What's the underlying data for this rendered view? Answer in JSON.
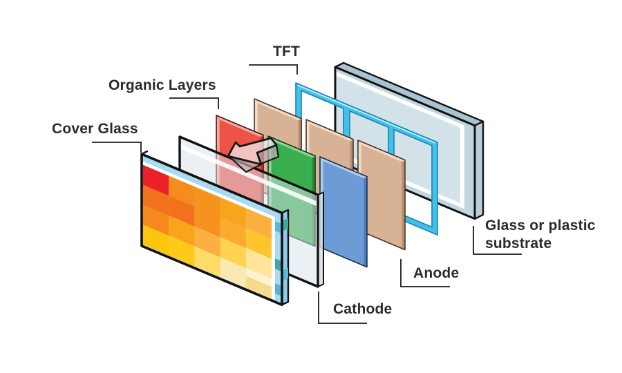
{
  "page": {
    "title": "OLED display exploded layer structure",
    "background": "#ffffff"
  },
  "labels": {
    "cover_glass": "Cover Glass",
    "organic_layers": "Organic Layers",
    "tft": "TFT",
    "substrate_line1": "Glass or plastic",
    "substrate_line2": "substrate",
    "anode": "Anode",
    "cathode": "Cathode"
  },
  "colors": {
    "label_text": "#2b2b2b",
    "leader_line": "#1a1a1a",
    "outline": "#121212",
    "substrate": {
      "face": "#d3e1e9",
      "top": "#aac3d2",
      "side": "#b9ced9",
      "margin": "#c2d6e0",
      "stripe": "#ffffff"
    },
    "tft": {
      "fill": "#44c0e8",
      "outline": "#0f85b5",
      "highlight": "#bde9f6"
    },
    "anode": {
      "face": "#d8b295",
      "light": "#f0dcc9",
      "dark": "#bb9071",
      "outline": "#4a3426"
    },
    "organic": {
      "red": {
        "face": "#ee5347",
        "light": "#f6a89e",
        "dark": "#d03a30",
        "outline": "#3a1a16"
      },
      "green": {
        "face": "#3bae4e",
        "light": "#8fd49a",
        "dark": "#2a8c3c",
        "outline": "#14361b"
      },
      "blue": {
        "face": "#6c9bd6",
        "light": "#aecbec",
        "dark": "#4a7ec2",
        "outline": "#1c2f4a"
      }
    },
    "cathode": {
      "fill": "rgba(215,225,233,0.5)",
      "stripe": "rgba(255,255,255,0.9)",
      "side": "rgba(213,222,230,0.85)"
    },
    "cover_glass": {
      "edge_blue": "#a9daef",
      "side_blue": "#8fcbe6",
      "stripe": "#ffffff"
    },
    "arrow": {
      "fill": "rgba(243,239,241,0.72)",
      "fold": "rgba(186,175,181,0.7)",
      "fold2": "rgba(205,196,202,0.62)",
      "outline": "#161616"
    }
  },
  "mosaic": {
    "rows": [
      [
        "#ec2127",
        "#f68b1e",
        "#f6921e",
        "#f9a51b",
        "#fbb040"
      ],
      [
        "#f3711c",
        "#f3711c",
        "#f6921e",
        "#fbab2d",
        "#ffc52f"
      ],
      [
        "#f6891e",
        "#f9a51b",
        "#fbb040",
        "#ffd24f",
        "#fee59a"
      ],
      [
        "#ffc40e",
        "#ffc918",
        "#ffdb67",
        "#fce9b2",
        "#fdf3d3"
      ]
    ],
    "accent": "#f8da8c",
    "teal_inner": [
      "#56bbd8",
      "#3fa8a0",
      "#4fb6cf"
    ],
    "teal_side": [
      "#3fa8a0",
      "#56bbd8"
    ]
  }
}
